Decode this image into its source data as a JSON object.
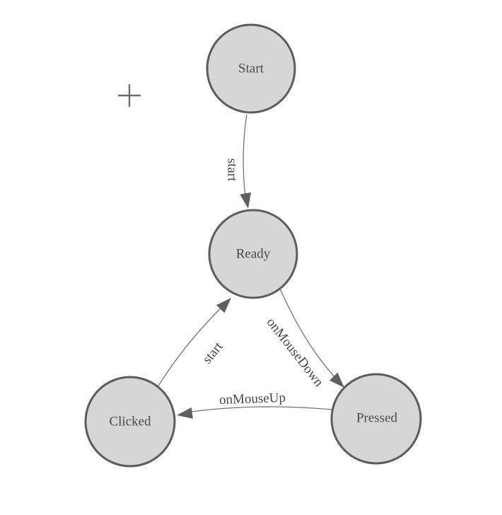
{
  "canvas": {
    "background_color": "#ffffff",
    "origin_marker_icon": "plus-crosshair"
  },
  "palette": {
    "node_fill": "#d6d6d6",
    "node_stroke": "#5c5c5c",
    "edge_stroke": "#737373",
    "arrow_fill": "#5f5f5f",
    "node_text_color": "#4a4a4a",
    "edge_text_color": "#474747",
    "crosshair_color": "#6b6b6b"
  },
  "diagram": {
    "type": "state-machine",
    "nodes": [
      {
        "id": "start",
        "label": "Start"
      },
      {
        "id": "ready",
        "label": "Ready"
      },
      {
        "id": "clicked",
        "label": "Clicked"
      },
      {
        "id": "pressed",
        "label": "Pressed"
      }
    ],
    "edges": [
      {
        "from": "start",
        "to": "ready",
        "label": "start"
      },
      {
        "from": "ready",
        "to": "pressed",
        "label": "onMouseDown"
      },
      {
        "from": "pressed",
        "to": "clicked",
        "label": "onMouseUp"
      },
      {
        "from": "clicked",
        "to": "ready",
        "label": "start"
      }
    ]
  }
}
